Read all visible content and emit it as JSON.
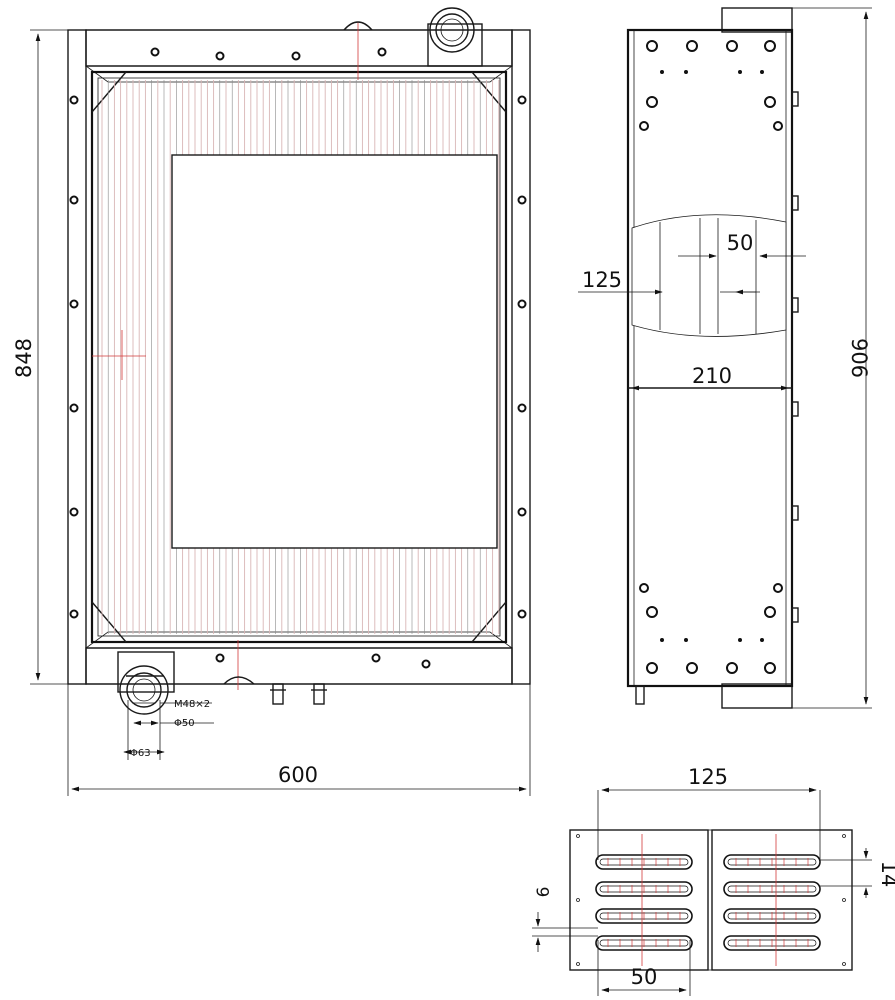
{
  "dimensions": {
    "front_height": "848",
    "front_width": "600",
    "inlet_thread": "M48×2",
    "inlet_dia_inner": "Φ50",
    "inlet_dia_outer": "Φ63",
    "side_height": "906",
    "side_width": "210",
    "side_dim_125": "125",
    "side_dim_50": "50",
    "detail_width": "125",
    "detail_pitch": "50",
    "detail_14": "14",
    "detail_6": "6"
  },
  "colors": {
    "line": "#1a1a1a",
    "centerline": "#d23a3a",
    "fins": "#d9b6b6"
  }
}
